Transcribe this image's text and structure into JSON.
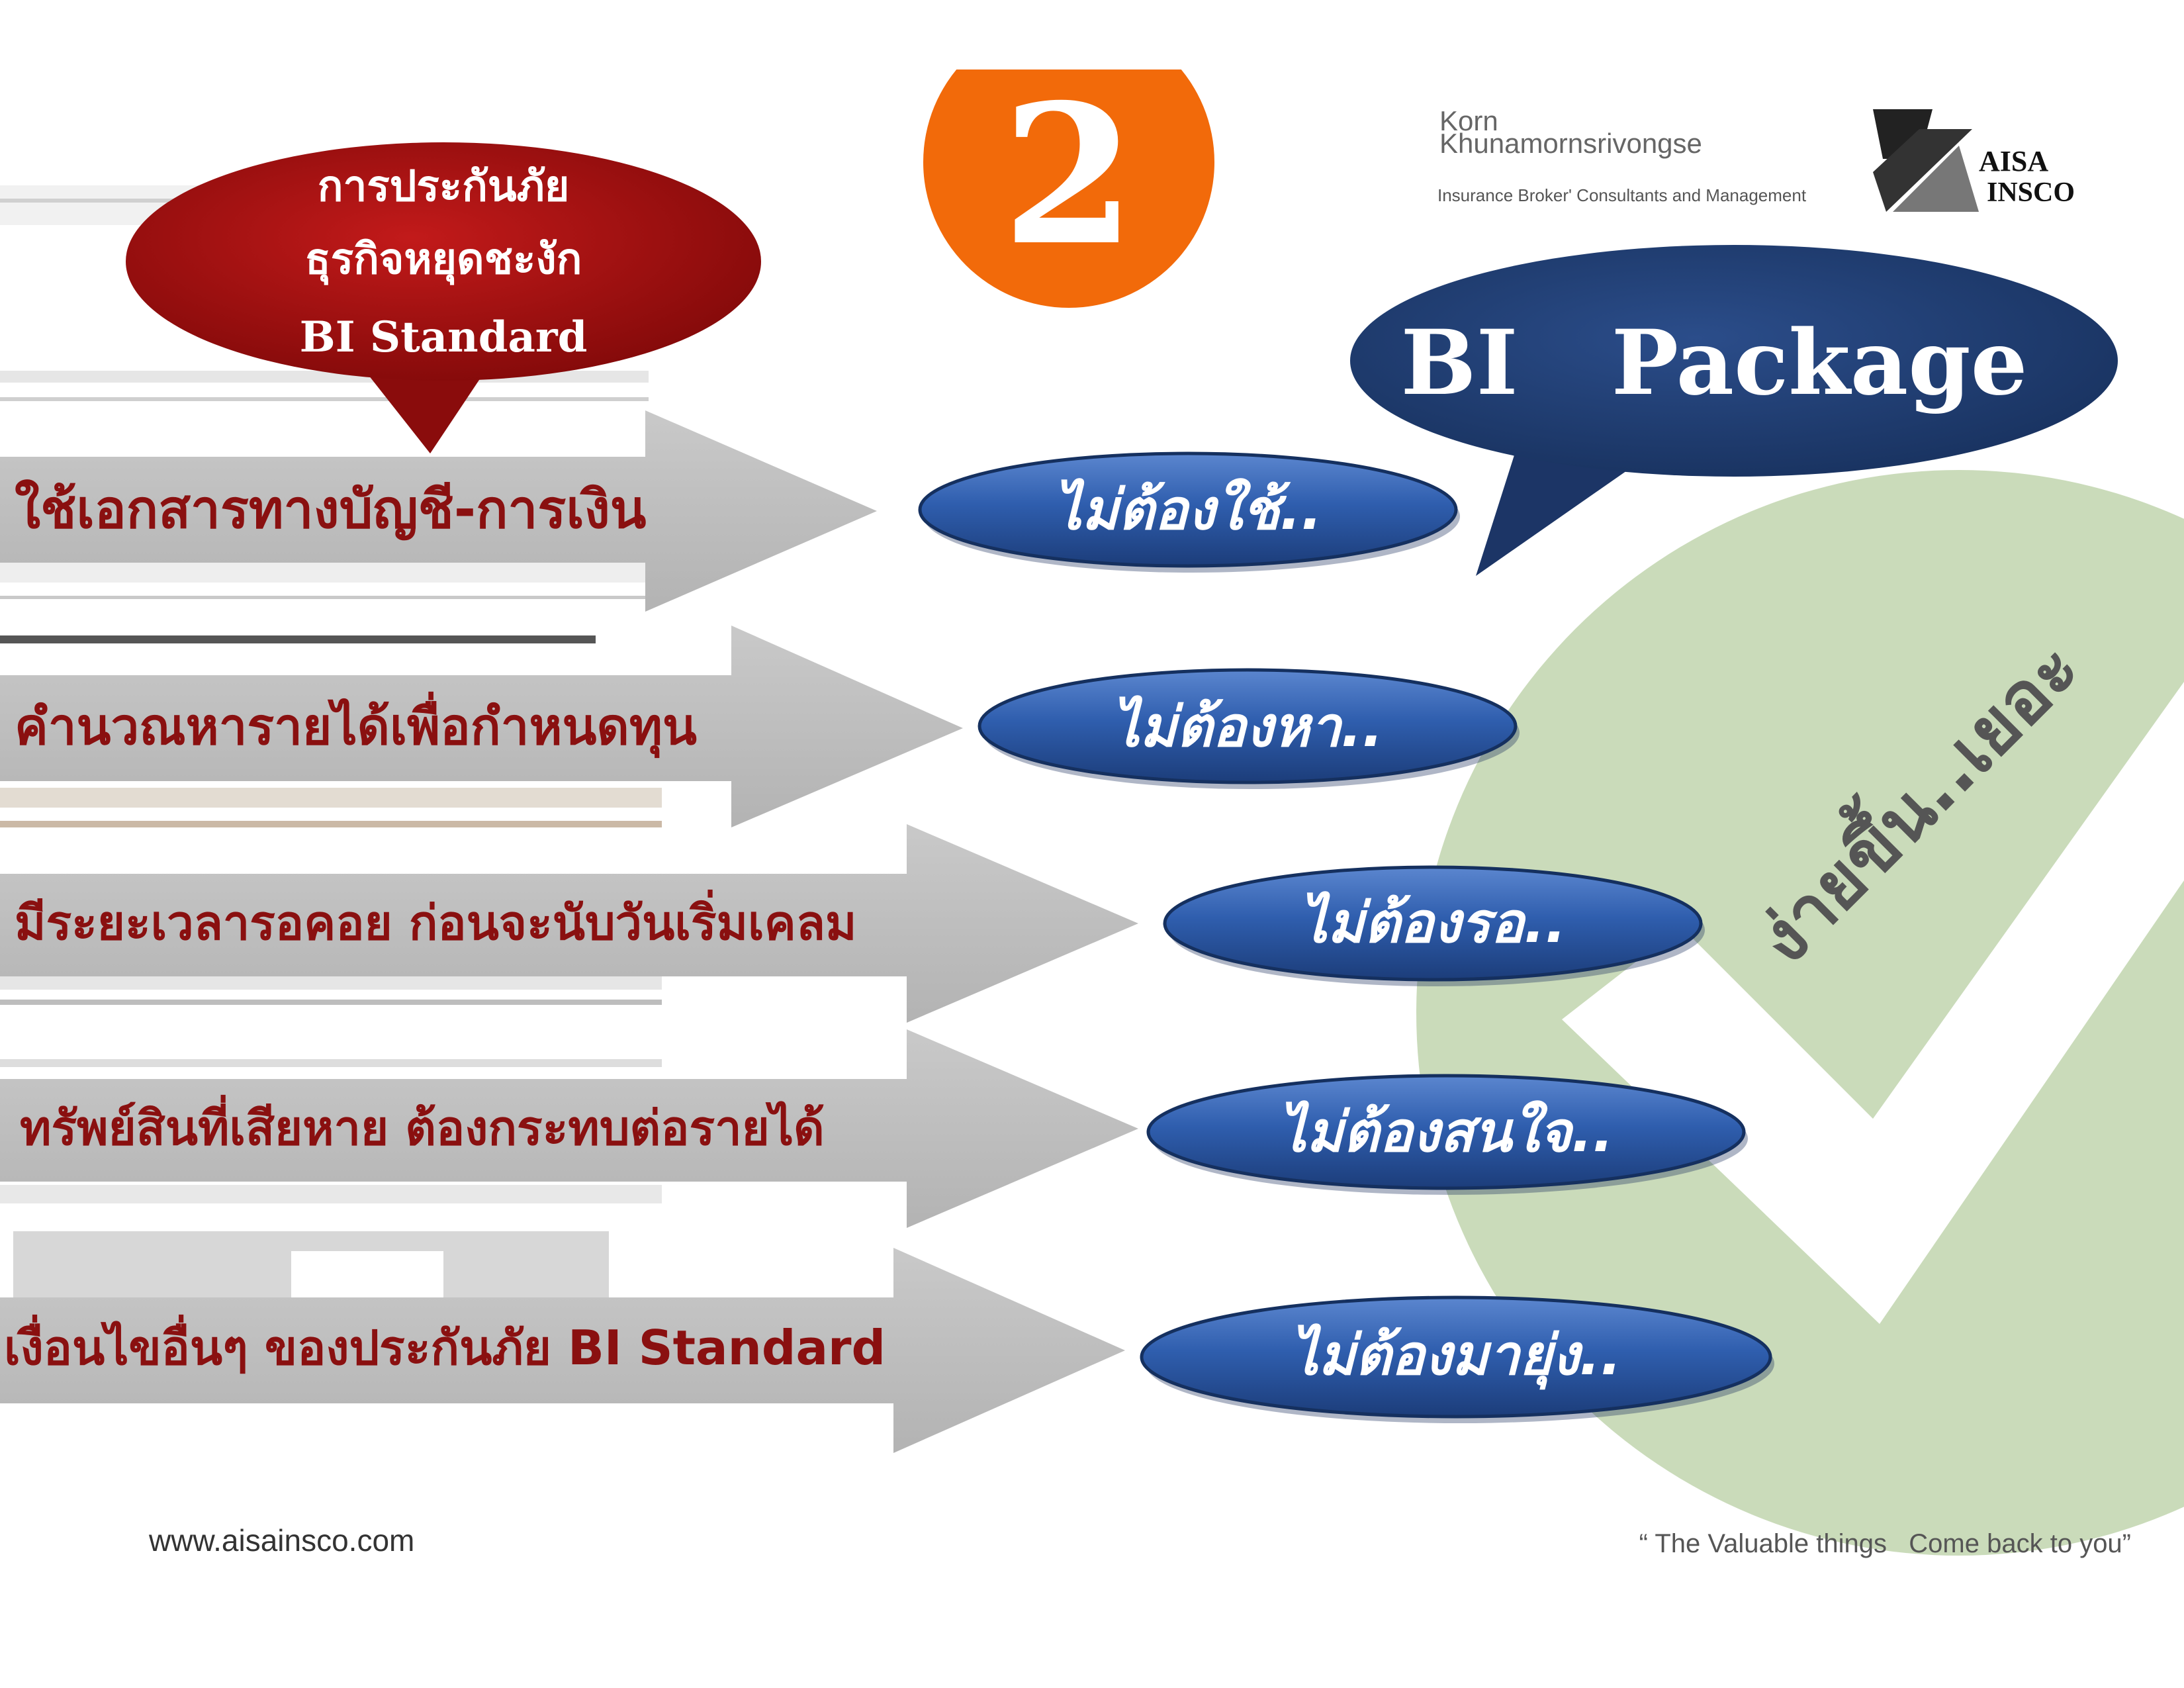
{
  "header": {
    "step_number": "2",
    "logo_korn": {
      "line1": "Korn",
      "line2": "Khunamornsrivongse",
      "subtitle": "Insurance Broker' Consultants and Management"
    },
    "logo_aisa": {
      "top": "AISA",
      "bottom": "INSCO"
    }
  },
  "left_bubble": {
    "line1": "การประกันภัย",
    "line2": "ธุรกิจหยุดชะงัก",
    "line3": "BI Standard"
  },
  "right_bubble": {
    "title": "BI   Package"
  },
  "rows": [
    {
      "arrow_label": "ใช้เอกสารทางบัญชี-การเงิน",
      "pill_label": "ไม่ต้องใช้.."
    },
    {
      "arrow_label": "คำนวณหารายได้เพื่อกำหนดทุน",
      "pill_label": "ไม่ต้องหา.."
    },
    {
      "arrow_label": "มีระยะเวลารอคอย ก่อนจะนับวันเริ่มเคลม",
      "pill_label": "ไม่ต้องรอ.."
    },
    {
      "arrow_label": "ทรัพย์สินที่เสียหาย ต้องกระทบต่อรายได้",
      "pill_label": "ไม่ต้องสนใจ.."
    },
    {
      "arrow_label": "เงื่อนไขอื่นๆ ของประกันภัย BI Standard",
      "pill_label": "ไม่ต้องมายุ่ง.."
    }
  ],
  "check_slogan": "ง่ายขึ้น..เยอะ",
  "footer": {
    "website": "www.aisainsco.com",
    "tagline": "“ The Valuable things   Come back to you”"
  },
  "colors": {
    "arrow_fill": "#bdbdbd",
    "arrow_text": "#8a1010",
    "pill_fill": "#2e5aa8",
    "bubble_red": "#a50f0f",
    "bubble_navy": "#1f3a6e",
    "orange_circle": "#f26a0a",
    "check_green": "#c7d9b6"
  }
}
